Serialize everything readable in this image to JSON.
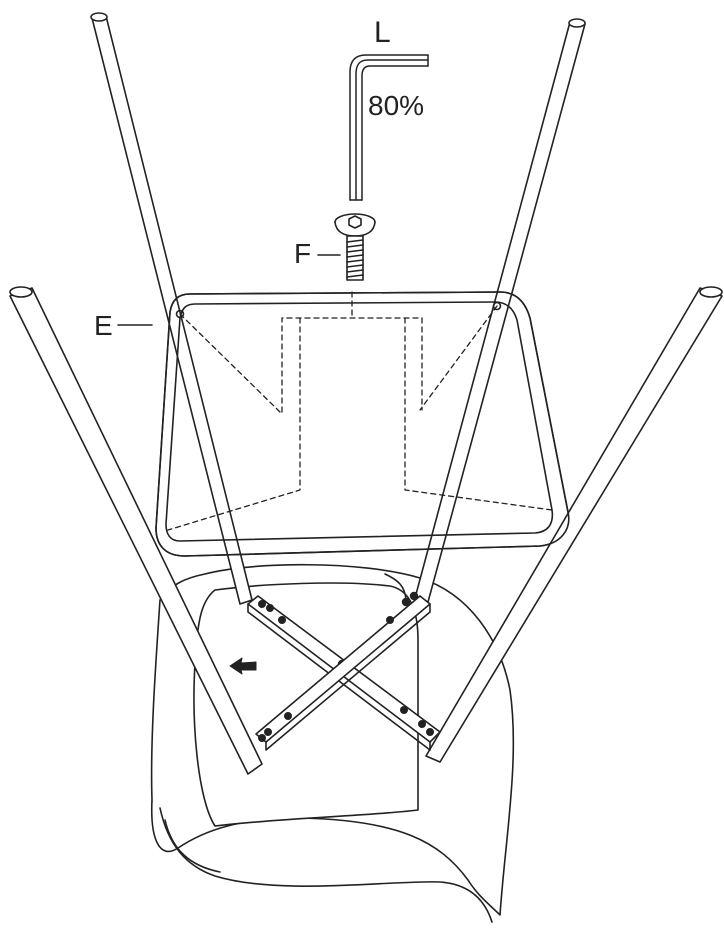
{
  "labels": {
    "wrench": "L",
    "percent": "80%",
    "screw": "F",
    "frame": "E"
  },
  "colors": {
    "line": "#222222",
    "fill": "#ffffff",
    "hole": "#222222"
  },
  "icons": {
    "wrench": "allen-key-icon",
    "screw": "bolt-icon",
    "direction": "arrow-left-icon"
  }
}
